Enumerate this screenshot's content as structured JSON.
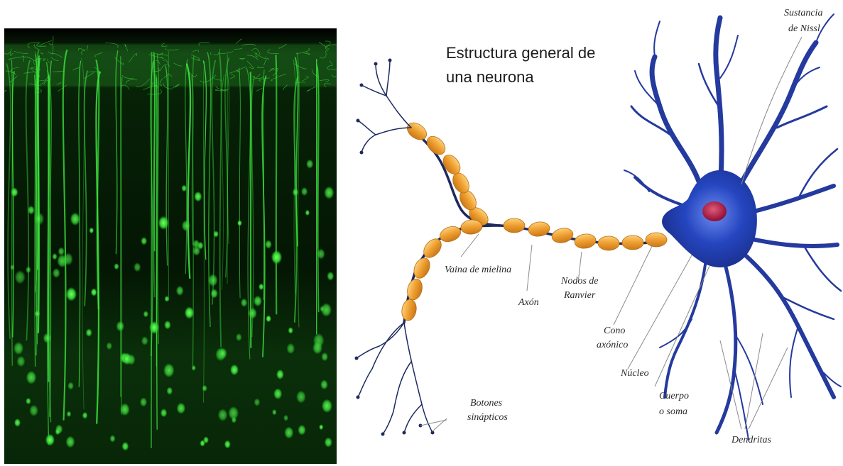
{
  "diagram": {
    "title_line1": "Estructura general de",
    "title_line2": "una neurona",
    "labels": {
      "nissl_1": "Sustancia",
      "nissl_2": "de Nissl",
      "vaina": "Vaina de mielina",
      "axon": "Axón",
      "nodos_1": "Nodos de",
      "nodos_2": "Ranvier",
      "cono_1": "Cono",
      "cono_2": "axónico",
      "nucleo": "Núcleo",
      "cuerpo_1": "Cuerpo",
      "cuerpo_2": "o soma",
      "botones_1": "Botones",
      "botones_2": "sinápticos",
      "dendritas": "Dendritas"
    }
  },
  "colors": {
    "micro_background": "#020a02",
    "neuron_green": "#39e639",
    "soma_blue": "#1f3fae",
    "nucleus": "#b0123c",
    "myelin": "#f0a93a",
    "axon_line": "#1d2a5e"
  }
}
